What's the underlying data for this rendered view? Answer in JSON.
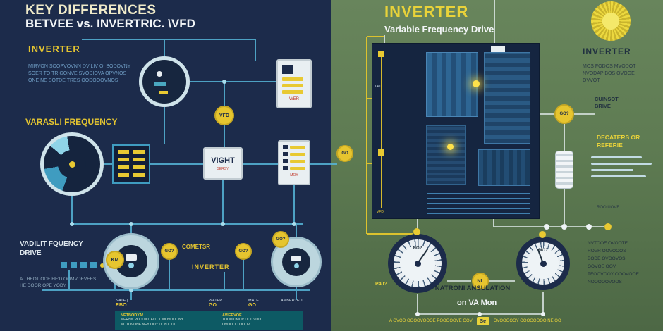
{
  "colors": {
    "accent_yellow": "#e3c431",
    "navy": "#1c2b4b",
    "green": "#5e7b52",
    "teal": "#56b6d8"
  },
  "left": {
    "title1": "KEY DIFFERENCES",
    "title2": "BETVEE vs. INVERTRIC. \\VFD",
    "inverter_heading": "INVERTER",
    "inverter_body": "MIRVON SOOPVOVNN DVILIV OI BODOVNY\nSOER TO TR GONVE SVODIOVA OPVNOS\nONE NE SOTDE TRES OODOOOVNOS",
    "vfd_heading": "VARASLI FREQUENCY",
    "nodes": {
      "vfd": "VFD",
      "km": "KM",
      "go_a": "GO?",
      "go_b": "GO?",
      "go_c": "GO?"
    },
    "vight_label": "VIGHT",
    "vight_sub": "SERSY",
    "topbox_sub": "WER",
    "box2_sub": "MOY",
    "drive_heading": "VADILIT FQUENCY\nDRIVE",
    "drive_note": "A THEOT ODE HE'D OOMVDEVEES\nHE DOOR OPE YODY",
    "cometsr_label": "COMETSR",
    "inverter2_label": "INVERTER",
    "bottom_row": [
      {
        "label": "NATE |",
        "value": "RBO"
      },
      {
        "label": "WATER",
        "value": "GO"
      },
      {
        "label": "MATE",
        "value": "GO"
      },
      {
        "label": "AMBERTED",
        "value": ""
      }
    ],
    "footer": {
      "l_title": "NETBODYA!",
      "l_body": "MERNN PODOIOTED OL MOVOOONY\nMOTOVONE NEY OOY DONJOUI",
      "r_title": "AVIEPVOE",
      "r_body": "TOODIOMOV OOOVOO\nOVOOOO OOOV"
    }
  },
  "right": {
    "title": "INVERTER",
    "subtitle": "Variable Frequency Drive",
    "heading": "INVERTER",
    "body": "MOS FODOS MVODOT\nNVODAP BOS OVOGE\nOVVOT",
    "cuinsot": "CUINSOT\nBRIVE",
    "decaters": "DECATERS OR\nREFERIE",
    "rod_note": "ROO UOVE",
    "nodes": {
      "go": "GO?",
      "nl": "NL",
      "edge": "GO"
    },
    "gauge1_label": "NO?",
    "gauge2_label": "MO?",
    "p40": "P40?",
    "natroni": "NATRONI ANSULATION",
    "va_mon": "on VA Mon",
    "panel_label_140": "140",
    "panel_label_vfd": "VFD",
    "side_text": "NVTOOE OVOOTE\nROVR OOVOOOS\nBODE OVOOVOS\nOOVOE OOV\nTEOOVOOY OOOVOOE\nNOOOOOVOOS",
    "footer_text1": "A OVOO OOOOVOOOE POOOOOVE OOV",
    "footer_badge": "Se",
    "footer_text2": "OVOOOOOY OOOOOOOO NE OO"
  }
}
